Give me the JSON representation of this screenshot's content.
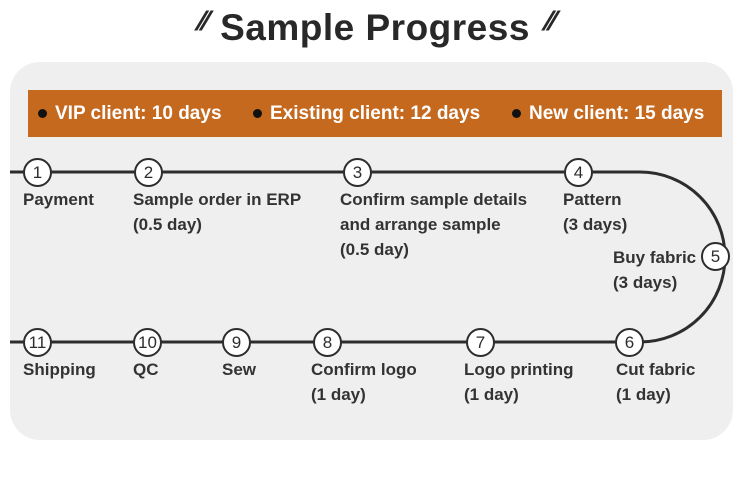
{
  "title": {
    "text": "Sample Progress",
    "quote_left": "//",
    "quote_right": "//"
  },
  "banner": {
    "bullet_icon": "•",
    "items": [
      {
        "label": "VIP client: 10 days"
      },
      {
        "label": "Existing client: 12 days"
      },
      {
        "label": "New client: 15 days"
      }
    ]
  },
  "flow": {
    "steps": [
      {
        "num": "1",
        "label": "Payment",
        "duration": ""
      },
      {
        "num": "2",
        "label": "Sample order in ERP",
        "duration": "(0.5 day)"
      },
      {
        "num": "3",
        "label": "Confirm sample details and arrange sample",
        "duration": "(0.5 day)"
      },
      {
        "num": "4",
        "label": "Pattern",
        "duration": "(3 days)"
      },
      {
        "num": "5",
        "label": "Buy fabric",
        "duration": "(3 days)"
      },
      {
        "num": "6",
        "label": "Cut fabric",
        "duration": "(1 day)"
      },
      {
        "num": "7",
        "label": "Logo printing",
        "duration": "(1 day)"
      },
      {
        "num": "8",
        "label": "Confirm logo",
        "duration": "(1 day)"
      },
      {
        "num": "9",
        "label": "Sew",
        "duration": ""
      },
      {
        "num": "10",
        "label": "QC",
        "duration": ""
      },
      {
        "num": "11",
        "label": "Shipping",
        "duration": ""
      }
    ]
  },
  "colors": {
    "banner_bg": "#c5691f",
    "banner_text": "#ffffff",
    "bullet": "#111111",
    "card_bg": "#efefef",
    "line": "#2d2d2d",
    "node_fill": "#ffffff",
    "label_text": "#333333",
    "title_text": "#282828"
  }
}
